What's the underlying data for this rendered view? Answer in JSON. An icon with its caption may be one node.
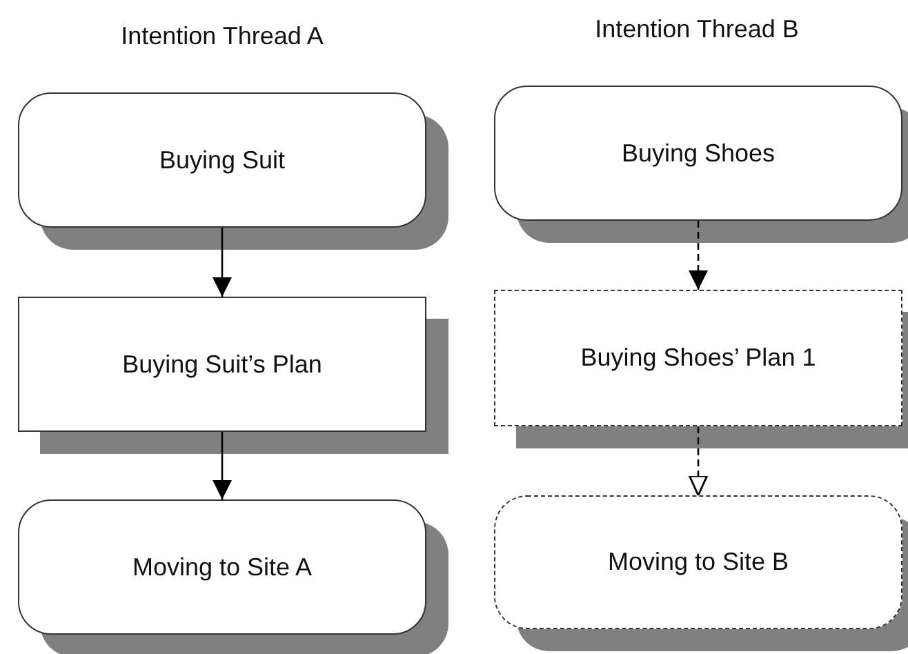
{
  "diagram": {
    "nodes": [
      {
        "text": [
          "Buying Suit"
        ]
      },
      {
        "text": [
          "Buying Suit’s Plan"
        ]
      },
      {
        "text": [
          "Moving to Site A"
        ]
      },
      {
        "text": [
          "Buying Shoes"
        ]
      },
      {
        "text": [
          "Buying Shoes’ Plan 1"
        ]
      },
      {
        "text": [
          "Moving to Site B"
        ]
      }
    ],
    "edges": [
      {
        "from": 0,
        "to": 1,
        "arrow": "to"
      },
      {
        "from": 1,
        "to": 2,
        "arrow": "to"
      },
      {
        "from": 3,
        "to": 4,
        "arrow": "to",
        "style": "dashed"
      },
      {
        "from": 4,
        "to": 5,
        "arrow": "to",
        "style": "dashed"
      }
    ],
    "labels": [
      "Intention Thread A",
      "Intention Thread B"
    ]
  }
}
